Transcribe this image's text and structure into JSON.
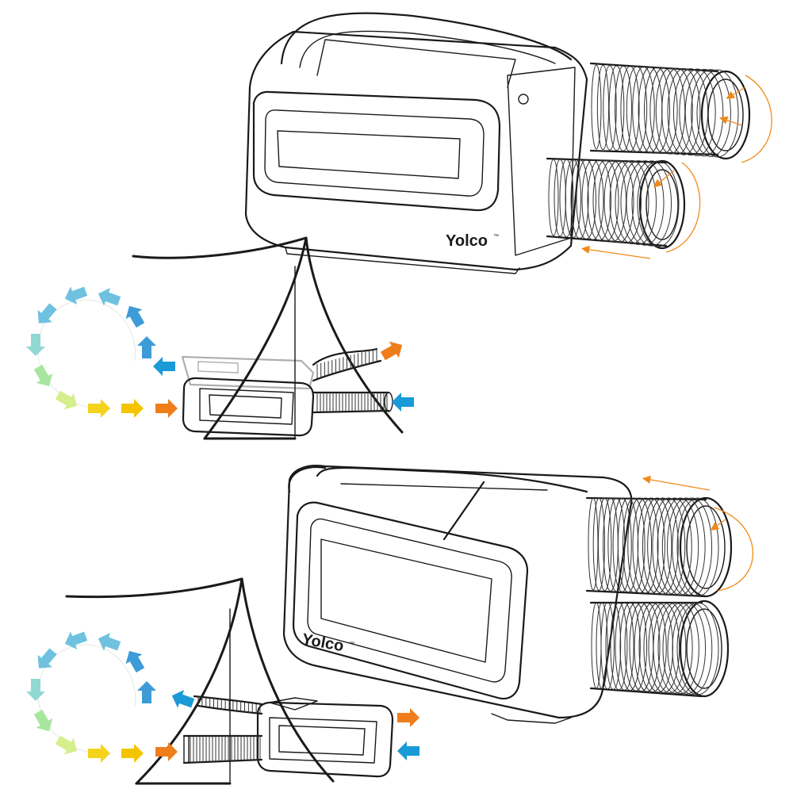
{
  "brand": {
    "name": "Yolco",
    "trademark": "™"
  },
  "colors": {
    "arrow_blue_dark": "#1a9ad6",
    "arrow_blue": "#3d9bd8",
    "arrow_sky": "#6ec2e0",
    "arrow_teal": "#8fd9d2",
    "arrow_green": "#a8e6a0",
    "arrow_lime": "#d4ef8c",
    "arrow_yellow": "#f5d31c",
    "arrow_gold": "#f5c400",
    "arrow_orange": "#ef7d1a",
    "flow_line": "#f08a1a",
    "outline": "#1a1a1a"
  },
  "panels": [
    {
      "id": "top",
      "description_visible": false
    },
    {
      "id": "bottom",
      "description_visible": false
    }
  ]
}
